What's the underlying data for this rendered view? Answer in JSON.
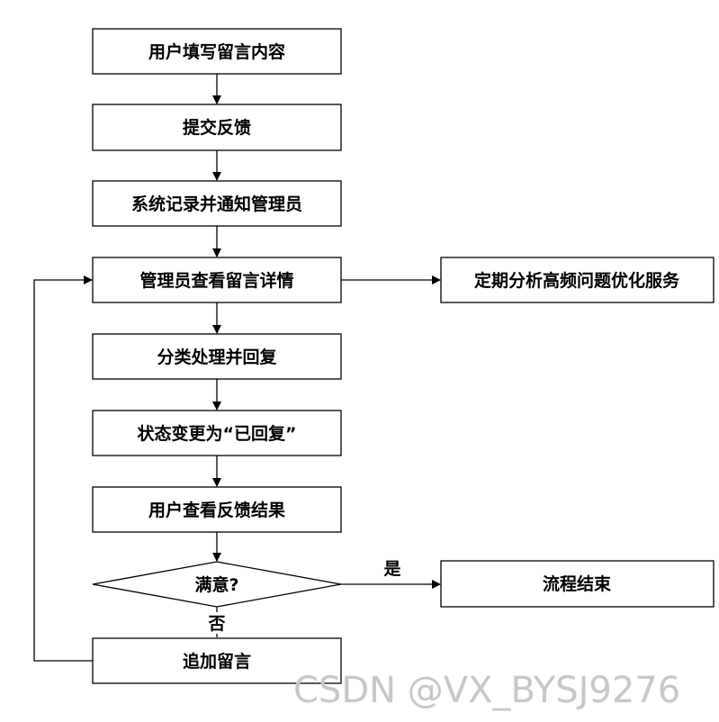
{
  "nodes": {
    "user_fill_message": "用户填写留言内容",
    "submit_feedback": "提交反馈",
    "system_record_notify": "系统记录并通知管理员",
    "admin_view_details": "管理员查看留言详情",
    "periodic_analysis": "定期分析高频问题优化服务",
    "classify_reply": "分类处理并回复",
    "status_change": "状态变更为“已回复”",
    "user_view_result": "用户查看反馈结果",
    "satisfied_decision": "满意?",
    "process_end": "流程结束",
    "append_message": "追加留言"
  },
  "edges": {
    "yes_label": "是",
    "no_label": "否"
  },
  "watermark": "CSDN @VX_BYSJ9276"
}
